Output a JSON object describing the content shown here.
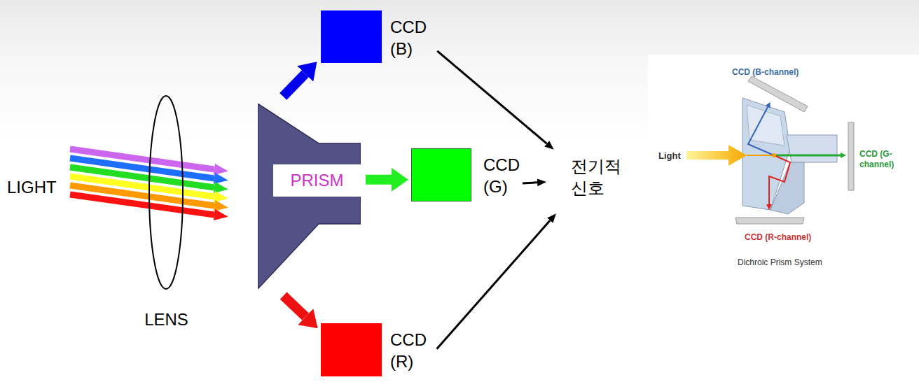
{
  "diagram": {
    "nodes": [
      {
        "text": [
          "LENS"
        ]
      },
      {
        "text": [
          "PRISM"
        ]
      },
      {
        "text": [
          "CCD (B)"
        ]
      },
      {
        "text": [
          "CCD (G)"
        ]
      },
      {
        "text": [
          "CCD (R)"
        ]
      },
      {
        "text": [
          "전기적 신호"
        ]
      }
    ],
    "edges": [
      {
        "from": 1,
        "to": 2,
        "arrow": "to"
      },
      {
        "from": 1,
        "to": 3,
        "arrow": "to"
      },
      {
        "from": 1,
        "to": 4,
        "arrow": "to"
      },
      {
        "from": 2,
        "to": 5,
        "arrow": "to"
      },
      {
        "from": 3,
        "to": 5,
        "arrow": "to"
      },
      {
        "from": 4,
        "to": 5,
        "arrow": "to"
      }
    ],
    "labels": [
      "LIGHT",
      "CCD (B-channel)",
      "Light",
      "CCD (G-channel)",
      "CCD (R-channel)",
      "Dichroic Prism System"
    ]
  }
}
